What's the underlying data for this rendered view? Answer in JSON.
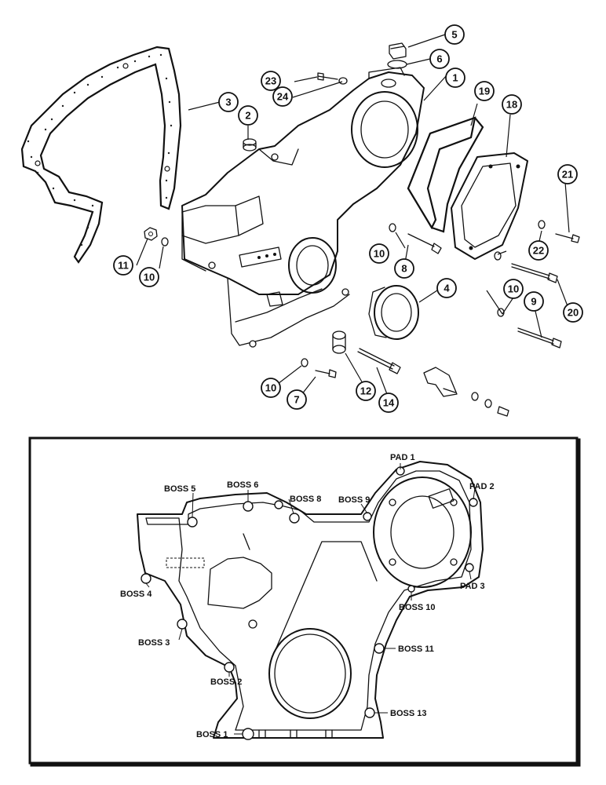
{
  "callouts": {
    "c1": "1",
    "c2": "2",
    "c3": "3",
    "c4": "4",
    "c5": "5",
    "c6": "6",
    "c7": "7",
    "c8": "8",
    "c9": "9",
    "c10a": "10",
    "c10b": "10",
    "c10c": "10",
    "c10d": "10",
    "c11": "11",
    "c12": "12",
    "c14": "14",
    "c18": "18",
    "c19": "19",
    "c20": "20",
    "c21": "21",
    "c22": "22",
    "c23": "23",
    "c24": "24"
  },
  "inset": {
    "pad1": "PAD 1",
    "pad2": "PAD 2",
    "pad3": "PAD 3",
    "boss1": "BOSS 1",
    "boss2": "BOSS 2",
    "boss3": "BOSS 3",
    "boss4": "BOSS 4",
    "boss5": "BOSS 5",
    "boss6": "BOSS 6",
    "boss8": "BOSS 8",
    "boss9": "BOSS 9",
    "boss10": "BOSS 10",
    "boss11": "BOSS 11",
    "boss13": "BOSS 13"
  }
}
